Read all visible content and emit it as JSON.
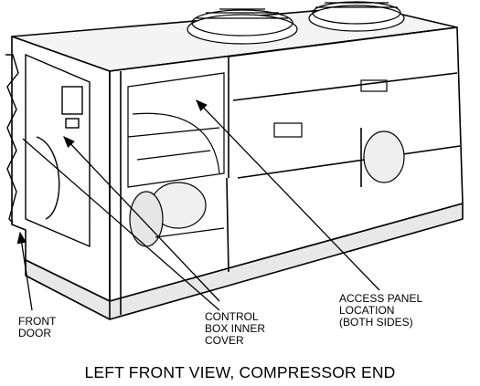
{
  "figure": {
    "caption": "LEFT FRONT VIEW, COMPRESSOR END",
    "callouts": {
      "front_door": [
        "FRONT",
        "DOOR"
      ],
      "control_box_cover": [
        "CONTROL",
        "BOX INNER",
        "COVER"
      ],
      "access_panel": [
        "ACCESS PANEL",
        "LOCATION",
        "(BOTH SIDES)"
      ]
    }
  }
}
